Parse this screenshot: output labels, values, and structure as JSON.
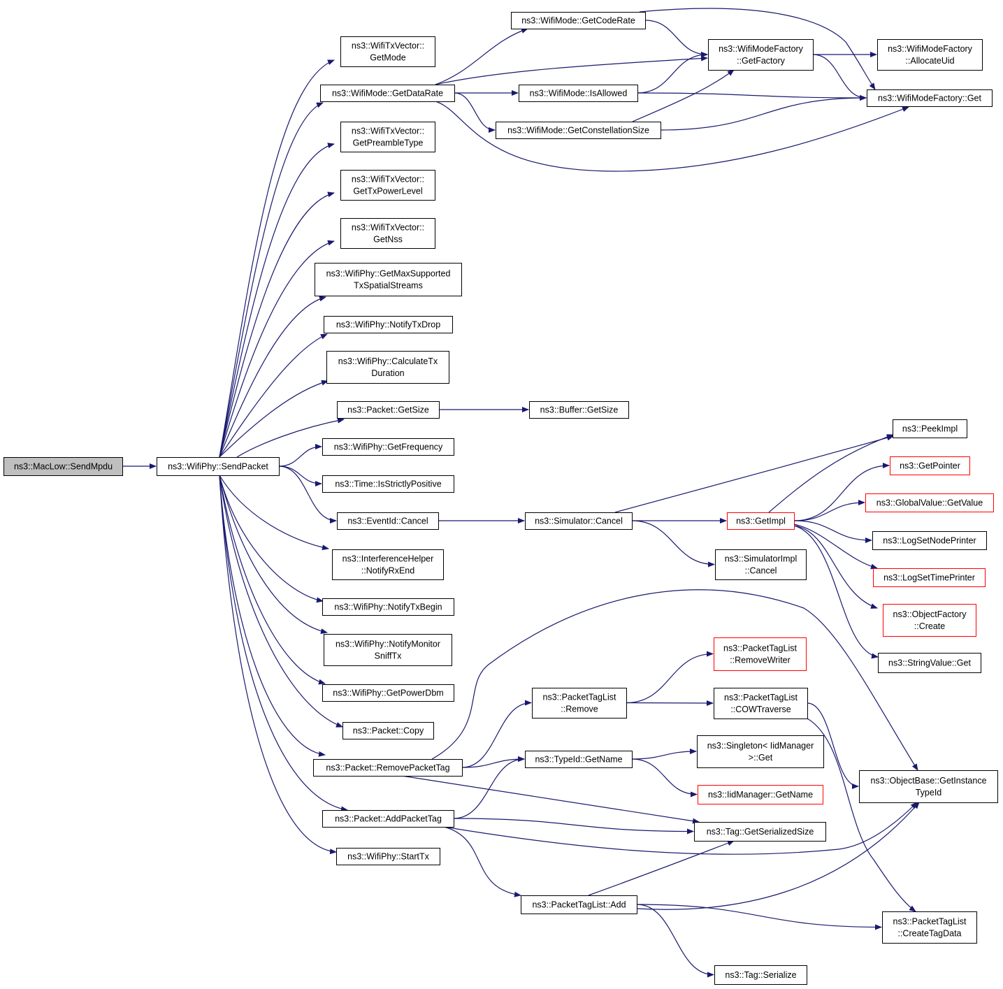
{
  "graph": {
    "title": "",
    "colors": {
      "edge": "#191970",
      "root_fill": "#bfbfbf",
      "node_border": "#000000",
      "truncated_border": "#ff0000"
    },
    "nodes": [
      {
        "id": "n0",
        "lines": [
          "ns3::MacLow::SendMpdu"
        ],
        "root": true
      },
      {
        "id": "n1",
        "lines": [
          "ns3::WifiPhy::SendPacket"
        ]
      },
      {
        "id": "n2",
        "lines": [
          "ns3::WifiTxVector::",
          "GetMode"
        ]
      },
      {
        "id": "n3",
        "lines": [
          "ns3::WifiMode::GetDataRate"
        ]
      },
      {
        "id": "n4",
        "lines": [
          "ns3::WifiTxVector::",
          "GetPreambleType"
        ]
      },
      {
        "id": "n5",
        "lines": [
          "ns3::WifiTxVector::",
          "GetTxPowerLevel"
        ]
      },
      {
        "id": "n6",
        "lines": [
          "ns3::WifiTxVector::",
          "GetNss"
        ]
      },
      {
        "id": "n7",
        "lines": [
          "ns3::WifiPhy::GetMaxSupported",
          "TxSpatialStreams"
        ]
      },
      {
        "id": "n8",
        "lines": [
          "ns3::WifiPhy::NotifyTxDrop"
        ]
      },
      {
        "id": "n9",
        "lines": [
          "ns3::WifiPhy::CalculateTx",
          "Duration"
        ]
      },
      {
        "id": "n10",
        "lines": [
          "ns3::Packet::GetSize"
        ]
      },
      {
        "id": "n11",
        "lines": [
          "ns3::WifiPhy::GetFrequency"
        ]
      },
      {
        "id": "n12",
        "lines": [
          "ns3::Time::IsStrictlyPositive"
        ]
      },
      {
        "id": "n13",
        "lines": [
          "ns3::EventId::Cancel"
        ]
      },
      {
        "id": "n14",
        "lines": [
          "ns3::InterferenceHelper",
          "::NotifyRxEnd"
        ]
      },
      {
        "id": "n15",
        "lines": [
          "ns3::WifiPhy::NotifyTxBegin"
        ]
      },
      {
        "id": "n16",
        "lines": [
          "ns3::WifiPhy::NotifyMonitor",
          "SniffTx"
        ]
      },
      {
        "id": "n17",
        "lines": [
          "ns3::WifiPhy::GetPowerDbm"
        ]
      },
      {
        "id": "n18",
        "lines": [
          "ns3::Packet::Copy"
        ]
      },
      {
        "id": "n19",
        "lines": [
          "ns3::Packet::RemovePacketTag"
        ]
      },
      {
        "id": "n20",
        "lines": [
          "ns3::Packet::AddPacketTag"
        ]
      },
      {
        "id": "n21",
        "lines": [
          "ns3::WifiPhy::StartTx"
        ]
      },
      {
        "id": "n22",
        "lines": [
          "ns3::WifiMode::GetCodeRate"
        ]
      },
      {
        "id": "n23",
        "lines": [
          "ns3::WifiMode::IsAllowed"
        ]
      },
      {
        "id": "n24",
        "lines": [
          "ns3::WifiMode::GetConstellationSize"
        ]
      },
      {
        "id": "n25",
        "lines": [
          "ns3::WifiModeFactory",
          "::GetFactory"
        ]
      },
      {
        "id": "n26",
        "lines": [
          "ns3::WifiModeFactory",
          "::AllocateUid"
        ]
      },
      {
        "id": "n27",
        "lines": [
          "ns3::WifiModeFactory::Get"
        ]
      },
      {
        "id": "n28",
        "lines": [
          "ns3::Buffer::GetSize"
        ]
      },
      {
        "id": "n29",
        "lines": [
          "ns3::Simulator::Cancel"
        ]
      },
      {
        "id": "n30",
        "lines": [
          "ns3::GetImpl"
        ],
        "truncated": true
      },
      {
        "id": "n31",
        "lines": [
          "ns3::SimulatorImpl",
          "::Cancel"
        ]
      },
      {
        "id": "n32",
        "lines": [
          "ns3::PeekImpl"
        ]
      },
      {
        "id": "n33",
        "lines": [
          "ns3::GetPointer"
        ],
        "truncated": true
      },
      {
        "id": "n34",
        "lines": [
          "ns3::GlobalValue::GetValue"
        ],
        "truncated": true
      },
      {
        "id": "n35",
        "lines": [
          "ns3::LogSetNodePrinter"
        ]
      },
      {
        "id": "n36",
        "lines": [
          "ns3::LogSetTimePrinter"
        ],
        "truncated": true
      },
      {
        "id": "n37",
        "lines": [
          "ns3::ObjectFactory",
          "::Create"
        ],
        "truncated": true
      },
      {
        "id": "n38",
        "lines": [
          "ns3::StringValue::Get"
        ]
      },
      {
        "id": "n39",
        "lines": [
          "ns3::PacketTagList",
          "::Remove"
        ]
      },
      {
        "id": "n40",
        "lines": [
          "ns3::PacketTagList",
          "::RemoveWriter"
        ],
        "truncated": true
      },
      {
        "id": "n41",
        "lines": [
          "ns3::PacketTagList",
          "::COWTraverse"
        ]
      },
      {
        "id": "n42",
        "lines": [
          "ns3::TypeId::GetName"
        ]
      },
      {
        "id": "n43",
        "lines": [
          "ns3::Singleton< IidManager",
          ">::Get"
        ]
      },
      {
        "id": "n44",
        "lines": [
          "ns3::IidManager::GetName"
        ],
        "truncated": true
      },
      {
        "id": "n45",
        "lines": [
          "ns3::ObjectBase::GetInstance",
          "TypeId"
        ]
      },
      {
        "id": "n46",
        "lines": [
          "ns3::Tag::GetSerializedSize"
        ]
      },
      {
        "id": "n47",
        "lines": [
          "ns3::PacketTagList::Add"
        ]
      },
      {
        "id": "n48",
        "lines": [
          "ns3::PacketTagList",
          "::CreateTagData"
        ]
      },
      {
        "id": "n49",
        "lines": [
          "ns3::Tag::Serialize"
        ]
      }
    ],
    "edges": [
      [
        "n0",
        "n1"
      ],
      [
        "n1",
        "n2"
      ],
      [
        "n1",
        "n3"
      ],
      [
        "n1",
        "n4"
      ],
      [
        "n1",
        "n5"
      ],
      [
        "n1",
        "n6"
      ],
      [
        "n1",
        "n7"
      ],
      [
        "n1",
        "n8"
      ],
      [
        "n1",
        "n9"
      ],
      [
        "n1",
        "n10"
      ],
      [
        "n1",
        "n11"
      ],
      [
        "n1",
        "n12"
      ],
      [
        "n1",
        "n13"
      ],
      [
        "n1",
        "n14"
      ],
      [
        "n1",
        "n15"
      ],
      [
        "n1",
        "n16"
      ],
      [
        "n1",
        "n17"
      ],
      [
        "n1",
        "n18"
      ],
      [
        "n1",
        "n19"
      ],
      [
        "n1",
        "n20"
      ],
      [
        "n1",
        "n21"
      ],
      [
        "n3",
        "n22"
      ],
      [
        "n3",
        "n25"
      ],
      [
        "n3",
        "n23"
      ],
      [
        "n3",
        "n24"
      ],
      [
        "n3",
        "n27"
      ],
      [
        "n22",
        "n25"
      ],
      [
        "n22",
        "n27"
      ],
      [
        "n23",
        "n25"
      ],
      [
        "n23",
        "n27"
      ],
      [
        "n24",
        "n25"
      ],
      [
        "n24",
        "n27"
      ],
      [
        "n25",
        "n26"
      ],
      [
        "n25",
        "n27"
      ],
      [
        "n10",
        "n28"
      ],
      [
        "n13",
        "n29"
      ],
      [
        "n29",
        "n32"
      ],
      [
        "n29",
        "n30"
      ],
      [
        "n29",
        "n31"
      ],
      [
        "n30",
        "n32"
      ],
      [
        "n30",
        "n33"
      ],
      [
        "n30",
        "n34"
      ],
      [
        "n30",
        "n35"
      ],
      [
        "n30",
        "n36"
      ],
      [
        "n30",
        "n37"
      ],
      [
        "n30",
        "n38"
      ],
      [
        "n19",
        "n45"
      ],
      [
        "n19",
        "n39"
      ],
      [
        "n19",
        "n42"
      ],
      [
        "n19",
        "n46"
      ],
      [
        "n39",
        "n40"
      ],
      [
        "n39",
        "n41"
      ],
      [
        "n41",
        "n45"
      ],
      [
        "n41",
        "n48"
      ],
      [
        "n42",
        "n43"
      ],
      [
        "n42",
        "n44"
      ],
      [
        "n20",
        "n42"
      ],
      [
        "n20",
        "n46"
      ],
      [
        "n20",
        "n45"
      ],
      [
        "n20",
        "n47"
      ],
      [
        "n47",
        "n46"
      ],
      [
        "n47",
        "n45"
      ],
      [
        "n47",
        "n48"
      ],
      [
        "n47",
        "n49"
      ]
    ]
  }
}
